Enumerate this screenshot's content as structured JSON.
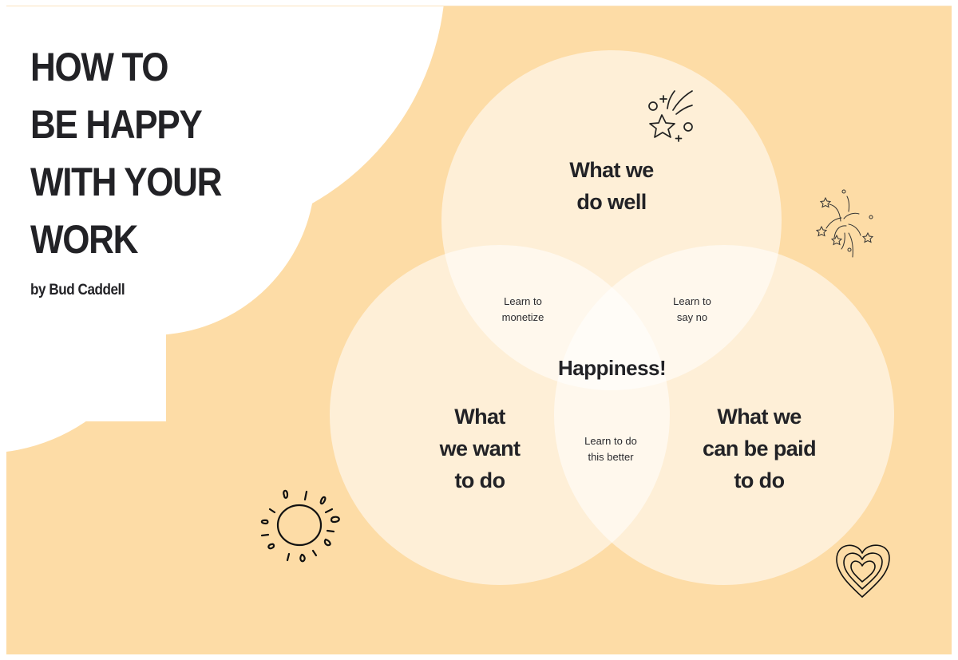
{
  "slide": {
    "background_color": "#fddca6",
    "cloud_color": "#ffffff",
    "circle_color": "#fff1dc",
    "text_color": "#222226"
  },
  "title": {
    "lines": [
      "HOW TO",
      "BE HAPPY",
      "WITH YOUR",
      "WORK"
    ],
    "author": "by Bud Caddell"
  },
  "venn": {
    "top": {
      "lines": [
        "What we",
        "do well"
      ]
    },
    "left": {
      "lines": [
        "What",
        "we want",
        "to do"
      ]
    },
    "right": {
      "lines": [
        "What we",
        "can be paid",
        "to do"
      ]
    },
    "center": "Happiness!",
    "top_left_overlap": {
      "lines": [
        "Learn to",
        "monetize"
      ]
    },
    "top_right_overlap": {
      "lines": [
        "Learn to",
        "say no"
      ]
    },
    "bottom_overlap": {
      "lines": [
        "Learn to do",
        "this better"
      ]
    }
  },
  "icons": {
    "shooting_star": "shooting-star-icon",
    "fireworks": "fireworks-icon",
    "sun": "sun-icon",
    "heart": "heart-icon"
  }
}
